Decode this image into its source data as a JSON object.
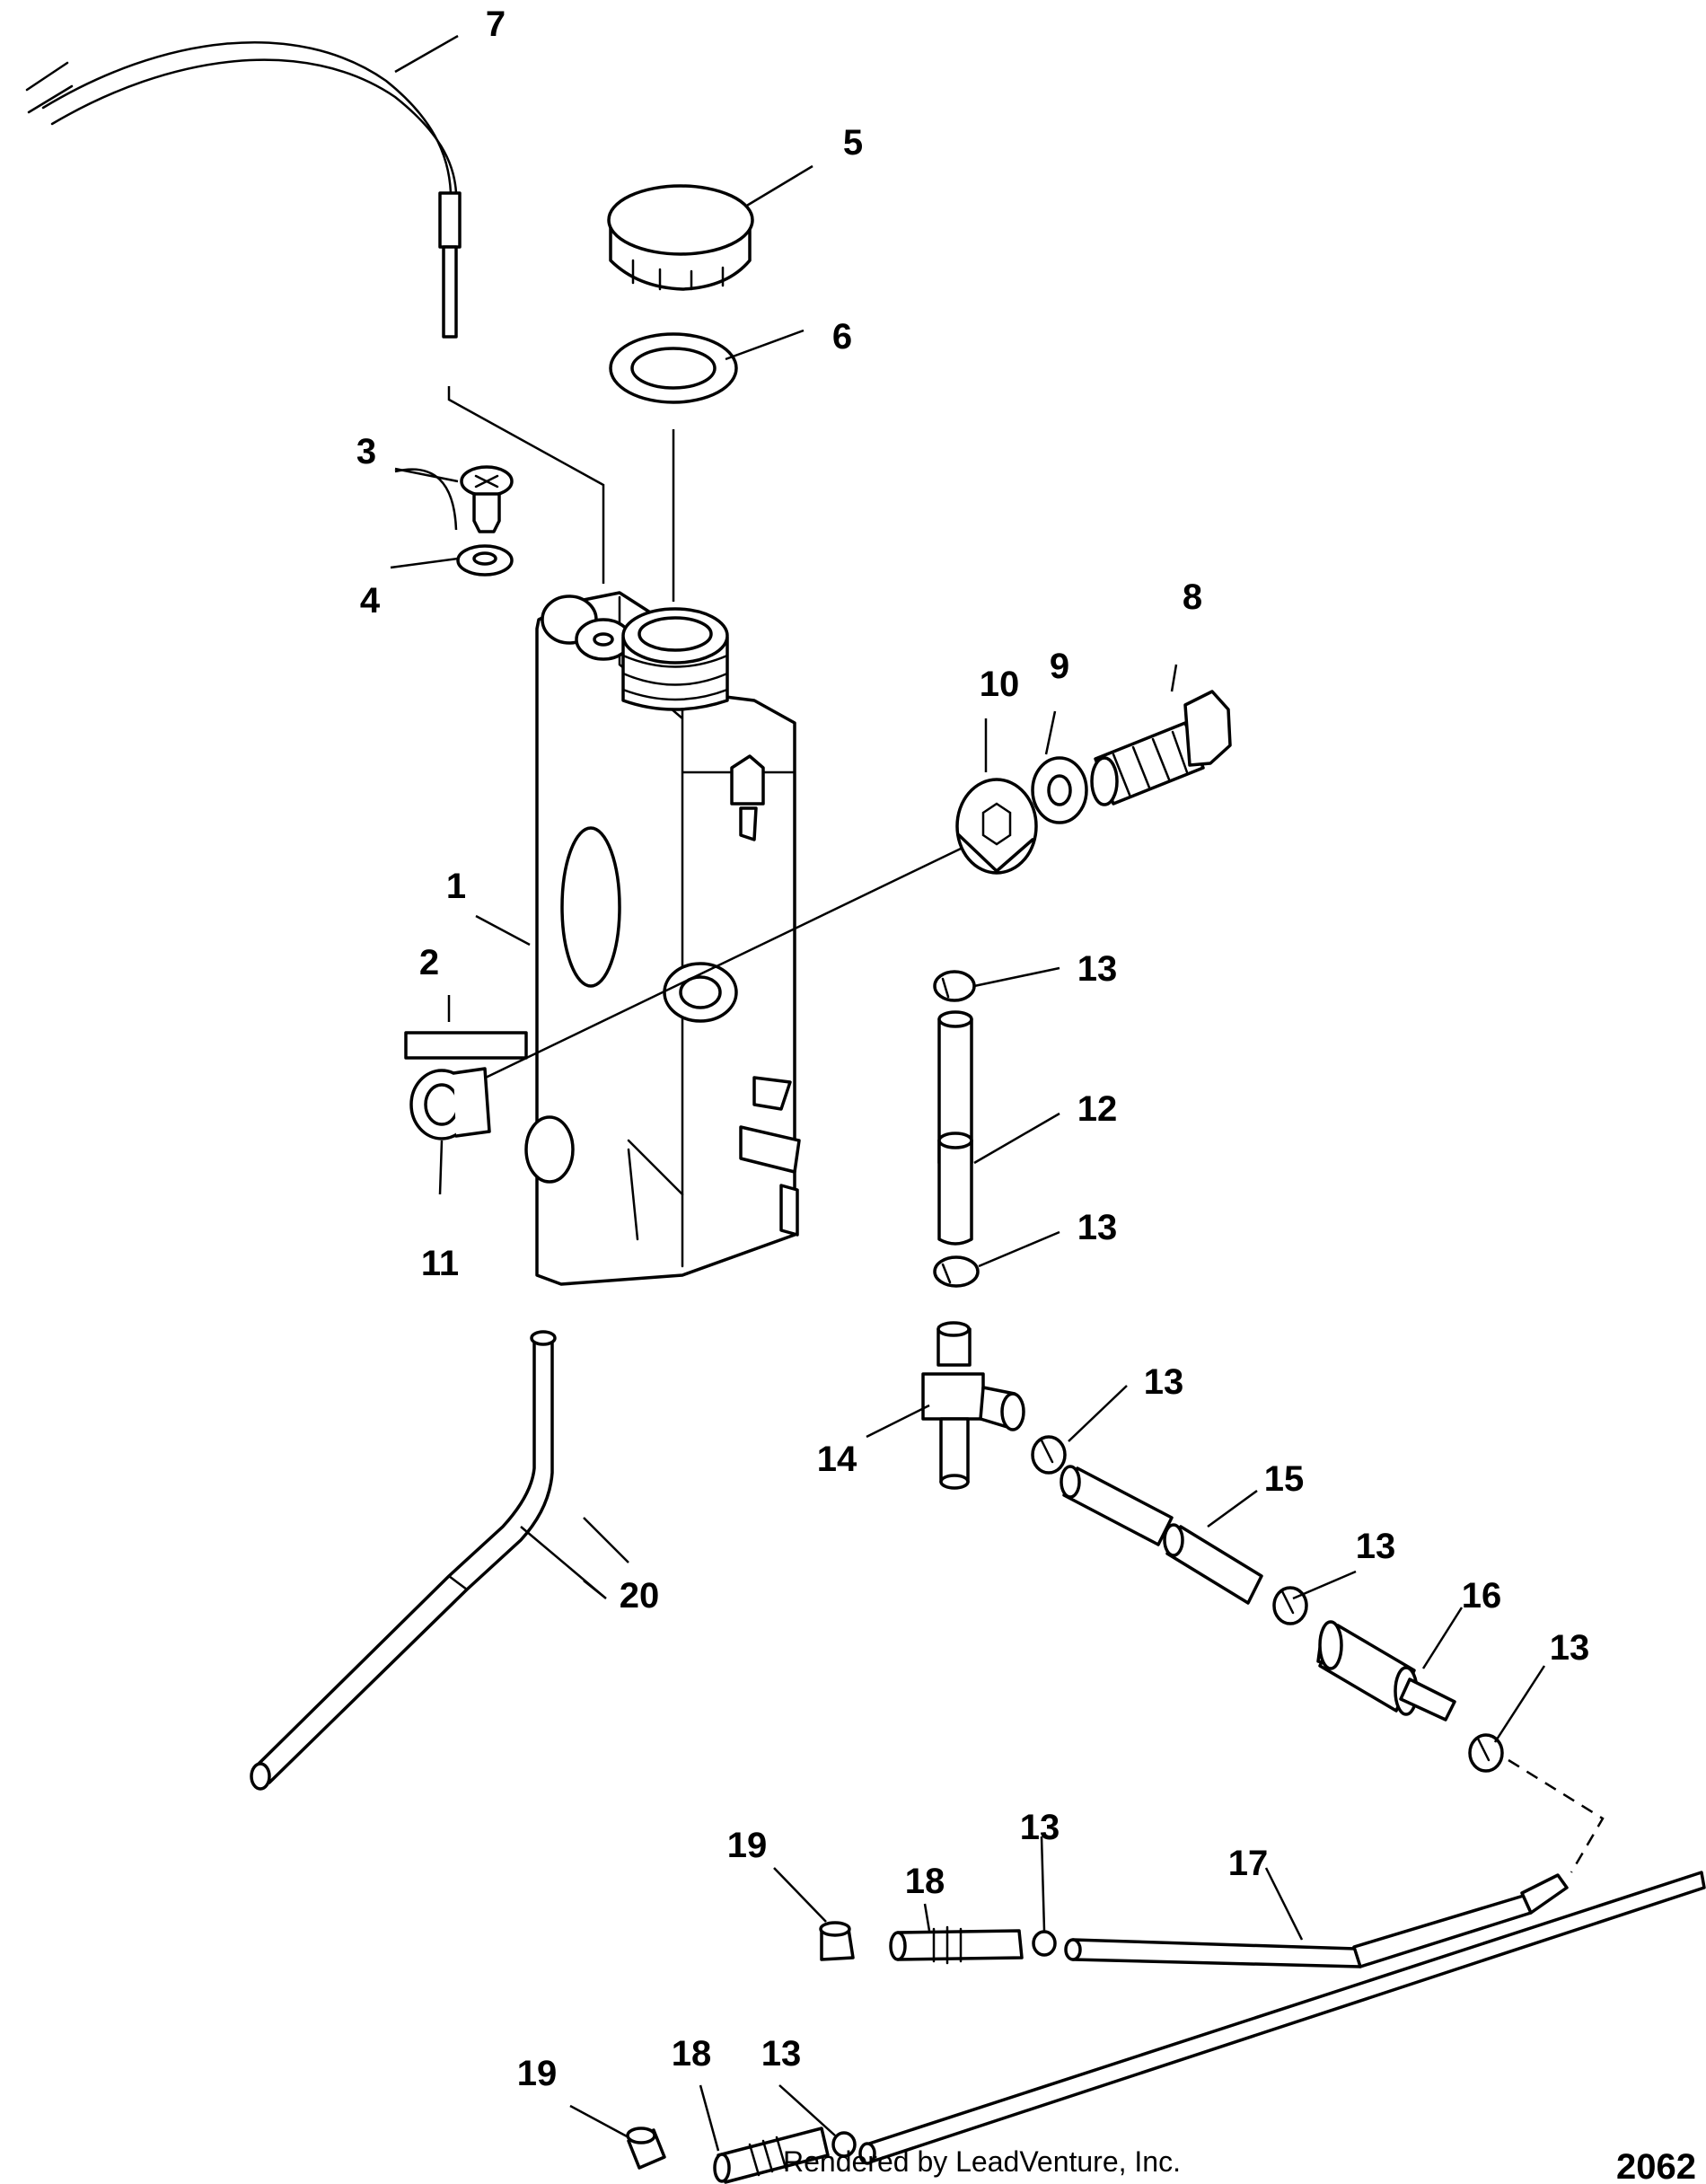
{
  "callouts": [
    "1",
    "2",
    "3",
    "4",
    "5",
    "6",
    "7",
    "8",
    "9",
    "10",
    "11",
    "12",
    "13",
    "14",
    "15",
    "16",
    "17",
    "18",
    "19",
    "20"
  ],
  "credit": "Rendered by LeadVenture, Inc.",
  "figure_number": "2062",
  "colors": {
    "line": "#000000",
    "background": "#ffffff"
  }
}
